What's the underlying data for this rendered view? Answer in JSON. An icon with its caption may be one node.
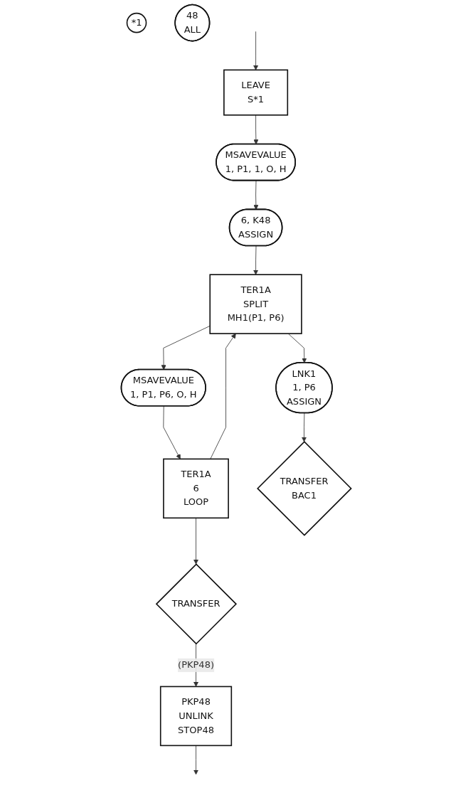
{
  "diagram": {
    "nodes": [
      {
        "text": [
          "LEAVE",
          "S*1"
        ]
      },
      {
        "text": [
          "*1"
        ]
      },
      {
        "text": [
          "MSAVEVALUE",
          "1, P1, 1, O, H"
        ]
      },
      {
        "text": [
          "6, K48",
          "ASSIGN"
        ]
      },
      {
        "text": [
          "TER1A",
          "SPLIT",
          "MH1(P1, P6)"
        ]
      },
      {
        "text": [
          "MSAVEVALUE",
          "1, P1, P6, O, H"
        ]
      },
      {
        "text": [
          "TER1A",
          "6",
          "LOOP"
        ]
      },
      {
        "text": [
          "LNK1",
          "1, P6",
          "ASSIGN"
        ]
      },
      {
        "text": [
          "TRANSFER",
          "BAC1"
        ]
      },
      {
        "text": [
          "TRANSFER"
        ]
      },
      {
        "text": [
          "PKP48",
          "UNLINK",
          "STOP48"
        ]
      },
      {
        "text": [
          "48",
          "ALL"
        ]
      }
    ],
    "edges": [
      {
        "from": null,
        "to": 0,
        "arrow": "to"
      },
      {
        "from": 0,
        "to": 2,
        "arrow": "to"
      },
      {
        "from": 2,
        "to": 3,
        "arrow": "to"
      },
      {
        "from": 3,
        "to": 4,
        "arrow": "to"
      },
      {
        "from": 4,
        "to": 5,
        "arrow": "to"
      },
      {
        "from": 4,
        "to": 7,
        "arrow": "to"
      },
      {
        "from": 5,
        "to": 6,
        "arrow": "to"
      },
      {
        "from": 6,
        "to": 4,
        "arrow": "to"
      },
      {
        "from": 7,
        "to": 8,
        "arrow": "to"
      },
      {
        "from": 6,
        "to": 9,
        "arrow": "to"
      },
      {
        "from": 9,
        "to": 10,
        "label": "(PKP48)",
        "arrow": "to"
      },
      {
        "from": 10,
        "to": null,
        "arrow": "to"
      }
    ]
  }
}
